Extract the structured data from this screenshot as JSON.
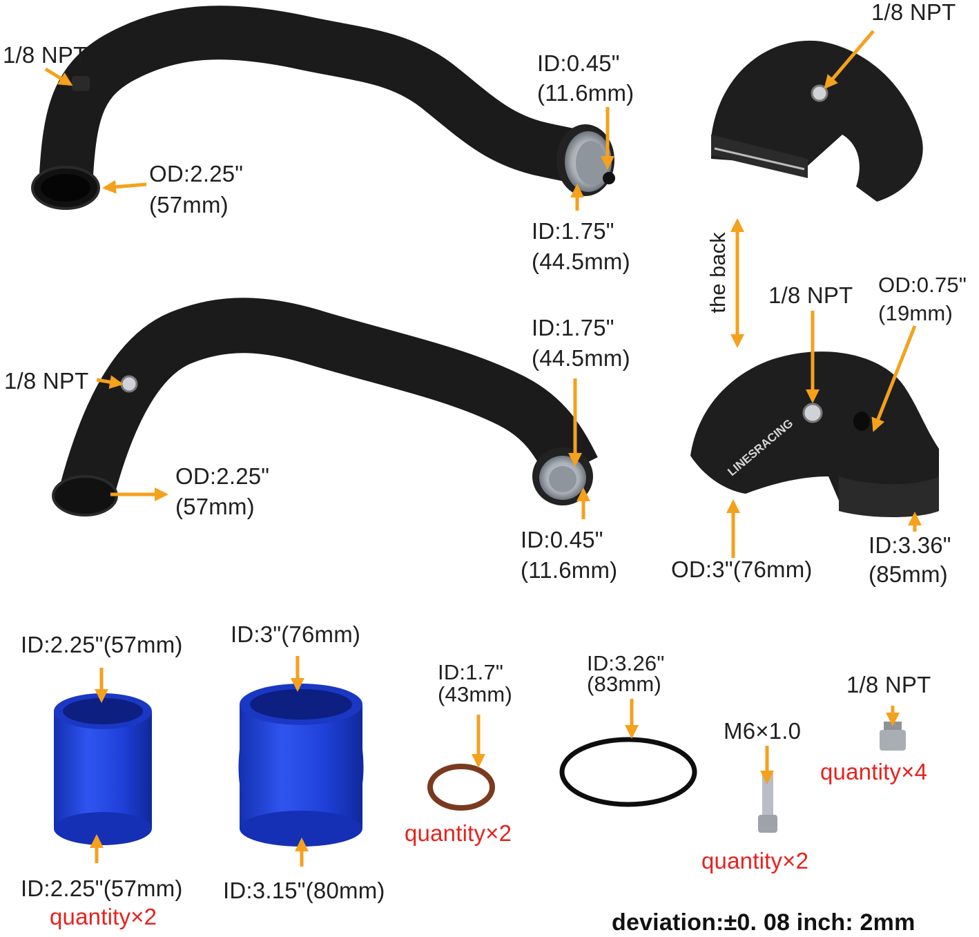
{
  "colors": {
    "arrow": "#f5a11c",
    "pipe": "#1b1b1b",
    "hose": "#1f40d8",
    "label": "#1f1f1f",
    "quantity": "#e8211c"
  },
  "brand_mark": "LINESRACING",
  "labels": {
    "top_pipe_npt": "1/8 NPT",
    "top_pipe_od_1": "OD:2.25\"",
    "top_pipe_od_2": "(57mm)",
    "top_pipe_id_small_1": "ID:0.45\"",
    "top_pipe_id_small_2": "(11.6mm)",
    "top_pipe_id_large_1": "ID:1.75\"",
    "top_pipe_id_large_2": "(44.5mm)",
    "elbow_top_npt": "1/8 NPT",
    "the_back": "the back",
    "elbow_front_npt": "1/8 NPT",
    "elbow_front_od_port_1": "OD:0.75\"",
    "elbow_front_od_port_2": "(19mm)",
    "elbow_front_od": "OD:3\"(76mm)",
    "elbow_front_id_1": "ID:3.36\"",
    "elbow_front_id_2": "(85mm)",
    "mid_pipe_npt": "1/8 NPT",
    "mid_pipe_id_large_1": "ID:1.75\"",
    "mid_pipe_id_large_2": "(44.5mm)",
    "mid_pipe_od_1": "OD:2.25\"",
    "mid_pipe_od_2": "(57mm)",
    "mid_pipe_id_small_1": "ID:0.45\"",
    "mid_pipe_id_small_2": "(11.6mm)",
    "hose1_top": "ID:2.25\"(57mm)",
    "hose1_bottom": "ID:2.25\"(57mm)",
    "hose1_qty": "quantity×2",
    "hose2_top": "ID:3\"(76mm)",
    "hose2_bottom": "ID:3.15\"(80mm)",
    "oring_small_1": "ID:1.7\"",
    "oring_small_2": "(43mm)",
    "oring_small_qty": "quantity×2",
    "oring_large_1": "ID:3.26\"",
    "oring_large_2": "(83mm)",
    "bolt_label": "M6×1.0",
    "bolt_qty": "quantity×2",
    "plug_label": "1/8 NPT",
    "plug_qty": "quantity×4",
    "deviation": "deviation:±0. 08 inch: 2mm"
  }
}
